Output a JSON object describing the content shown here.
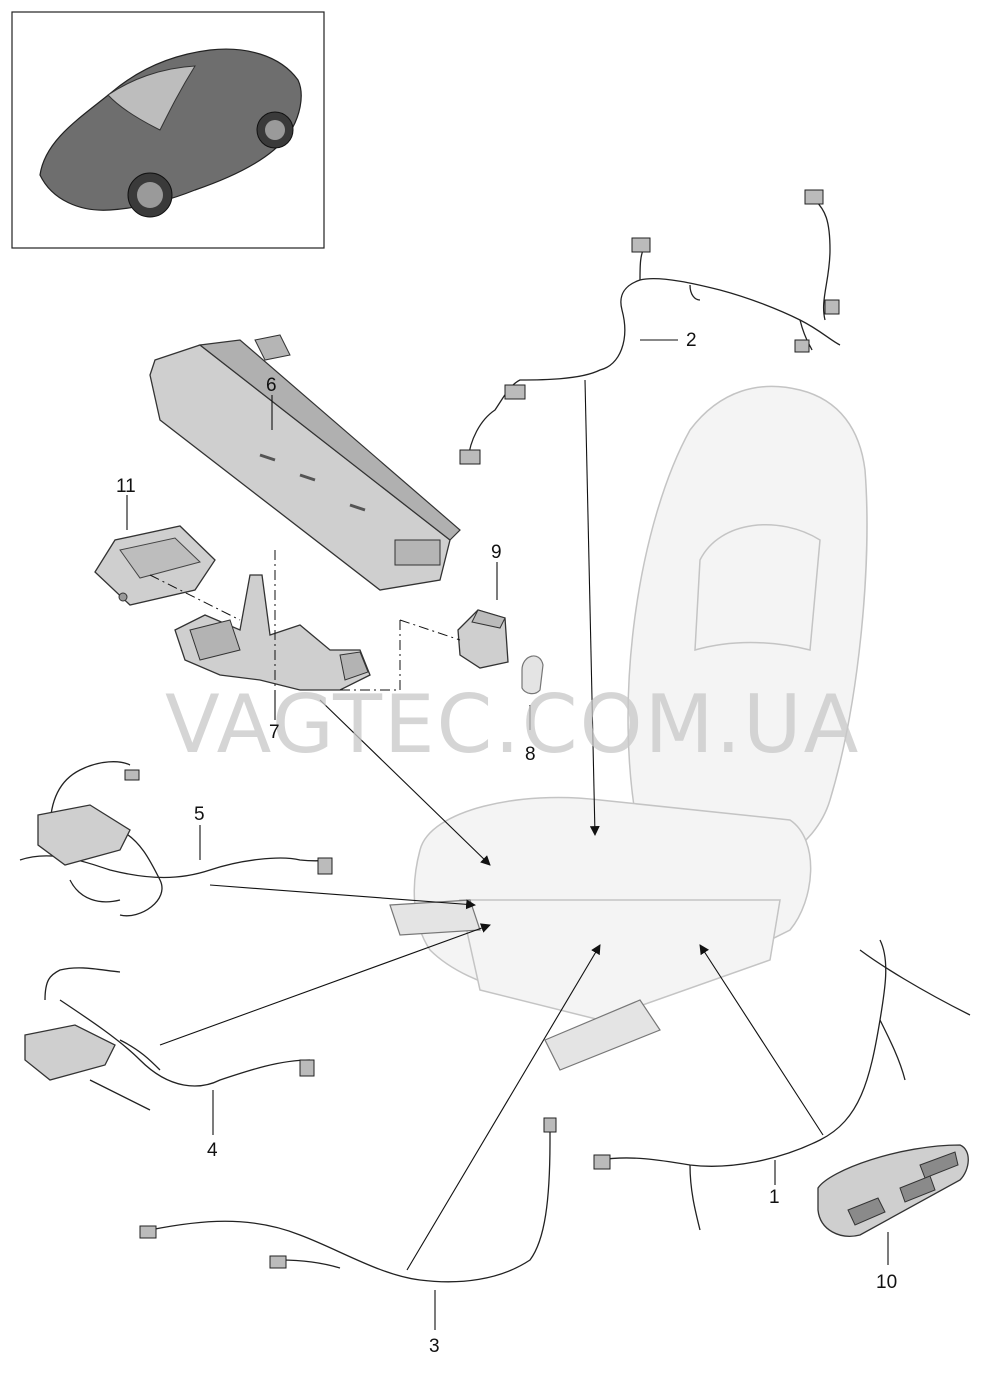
{
  "watermark": "VAGTEC.COM.UA",
  "callouts": {
    "c1": "1",
    "c2": "2",
    "c3": "3",
    "c4": "4",
    "c5": "5",
    "c6": "6",
    "c7": "7",
    "c8": "8",
    "c9": "9",
    "c10": "10",
    "c11": "11"
  },
  "colors": {
    "part_fill": "#cfcfcf",
    "seat_fill": "#f4f4f4",
    "line": "#111111",
    "watermark": "#c8c8c8"
  }
}
